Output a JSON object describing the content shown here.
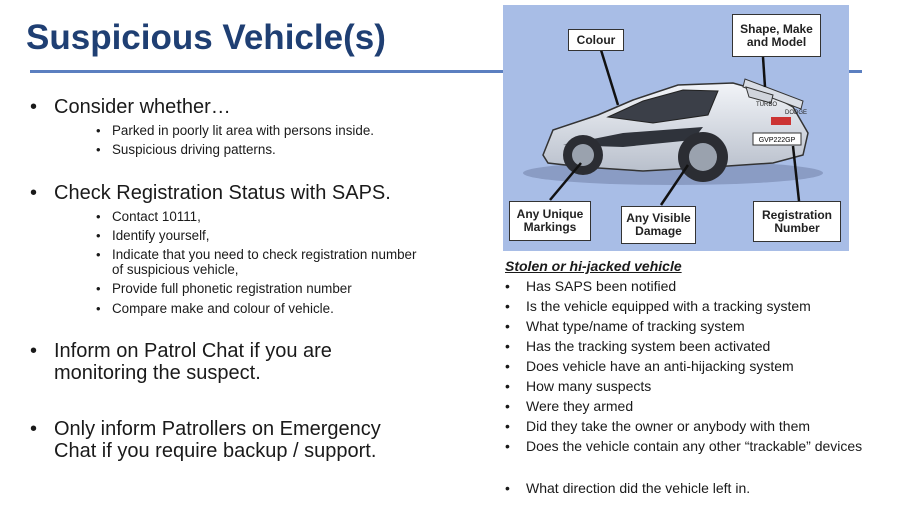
{
  "slide": {
    "title": "Suspicious Vehicle(s)"
  },
  "left": {
    "bullet_glyph": "•",
    "items": [
      {
        "text": "Consider whether…"
      },
      {
        "text": "Check Registration Status with SAPS."
      },
      {
        "text": "Inform on Patrol Chat if you are monitoring the suspect."
      },
      {
        "text": "Only inform Patrollers on Emergency Chat if you require backup / support."
      }
    ],
    "sub_consider": [
      "Parked in poorly lit area with persons inside.",
      "Suspicious driving patterns."
    ],
    "sub_check": [
      "Contact 10111,",
      "Identify yourself,",
      "Indicate that you need to check registration number of suspicious vehicle,",
      "Provide  full phonetic registration number",
      "Compare make and colour of vehicle."
    ]
  },
  "diagram": {
    "callouts": {
      "colour": "Colour",
      "shape": "Shape, Make and Model",
      "markings": "Any Unique Markings",
      "damage": "Any Visible Damage",
      "registration": "Registration Number"
    },
    "car_texts": {
      "spoiler_left": "TURBO",
      "spoiler_right": "DODGE",
      "plate": "GVP222GP"
    },
    "colors": {
      "background": "#a8bde6",
      "car": "#dfe3ea"
    }
  },
  "stolen": {
    "title": "Stolen or hi-jacked vehicle",
    "items": [
      "Has SAPS been notified",
      "Is the vehicle equipped with a tracking system",
      "What type/name of tracking system",
      "Has the tracking system been activated",
      "Does vehicle have an anti-hijacking system",
      "How many suspects",
      "Were they armed",
      "Did they take the owner or anybody with them",
      "Does the vehicle contain any other “trackable” devices",
      "What direction did the vehicle left in."
    ]
  },
  "colors": {
    "title": "#1f3f73",
    "rule": "#5b7fc0"
  }
}
